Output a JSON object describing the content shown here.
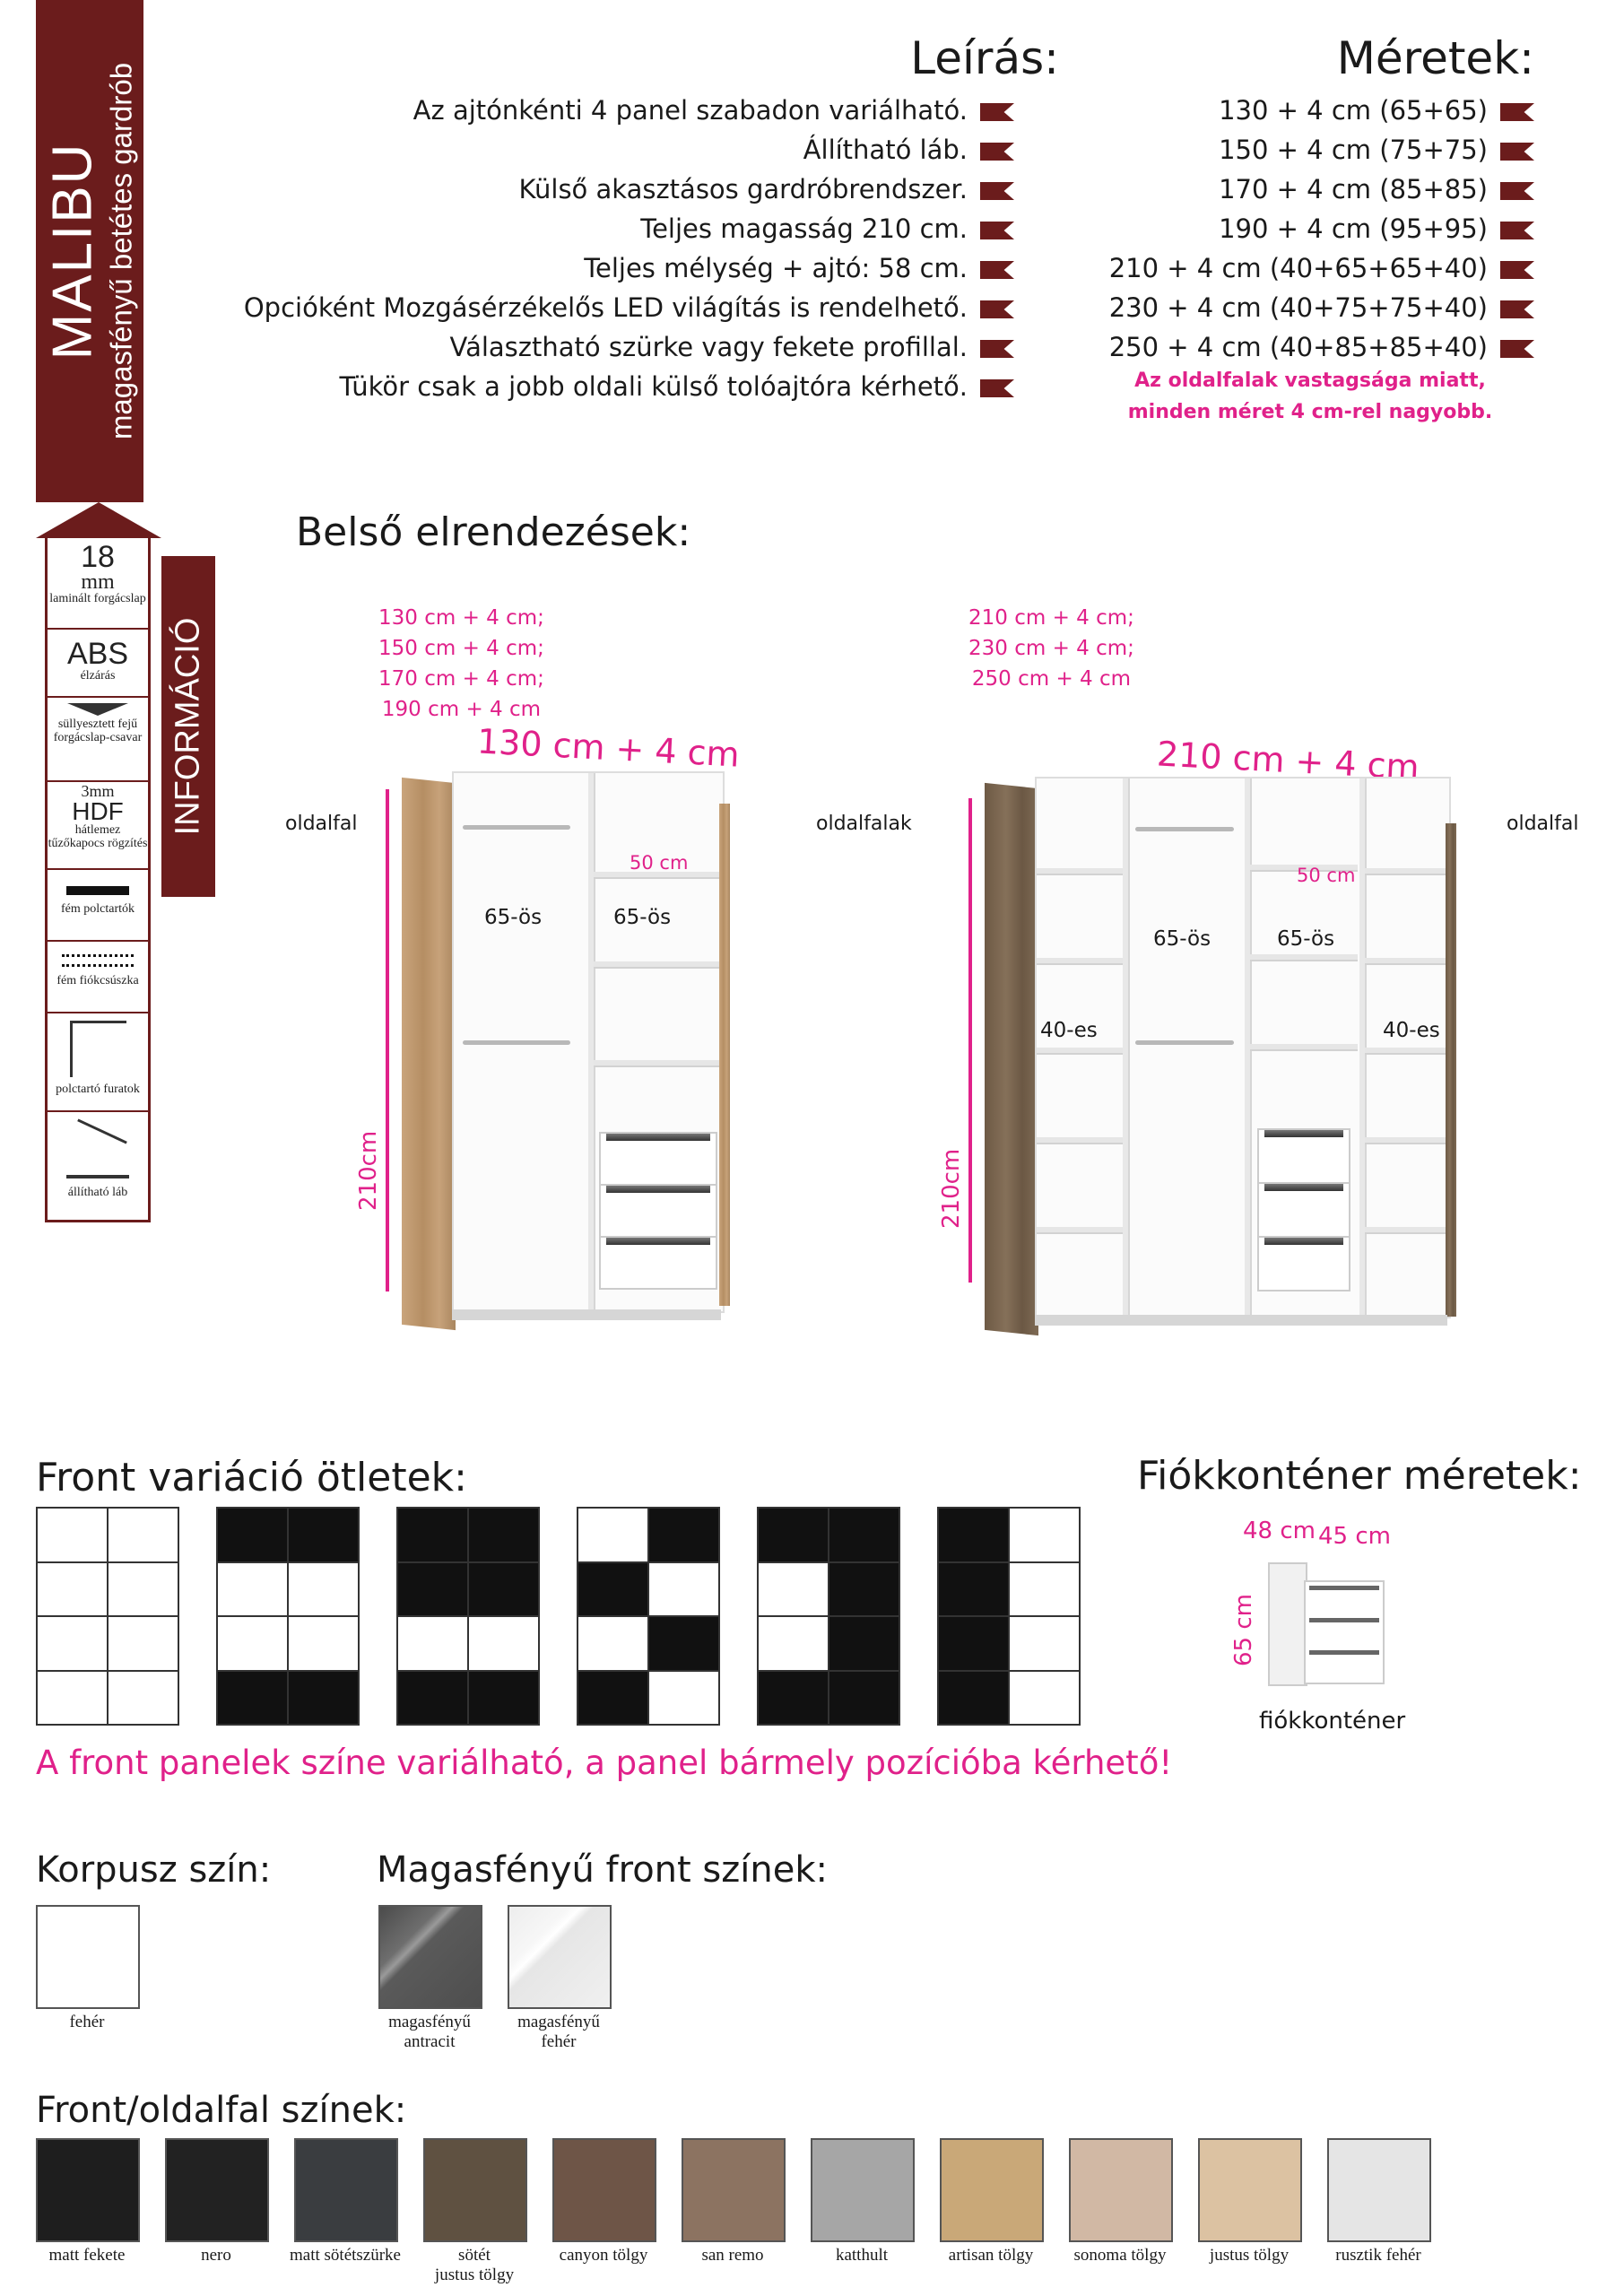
{
  "brand": {
    "name": "MALIBU",
    "subtitle": "magasfényű betétes gardrób"
  },
  "info": {
    "label": "INFORMÁCIÓ",
    "items": [
      {
        "big": "18",
        "mid": "mm",
        "small": "laminált forgácslap"
      },
      {
        "big": "ABS",
        "small": "élzárás"
      },
      {
        "small": "süllyesztett fejű forgácslap-csavar"
      },
      {
        "mid": "3mm",
        "big": "HDF",
        "small": "hátlemez tűzőkapocs rögzítés"
      },
      {
        "small": "fém polctartók"
      },
      {
        "small": "fém fiókcsúszka"
      },
      {
        "small": "polctartó furatok"
      },
      {
        "small": "állítható láb"
      }
    ]
  },
  "description": {
    "title": "Leírás:",
    "lines": [
      "Az ajtónkénti 4 panel szabadon variálható.",
      "Állítható láb.",
      "Külső akasztásos gardróbrendszer.",
      "Teljes magasság 210 cm.",
      "Teljes mélység + ajtó: 58 cm.",
      "Opcióként Mozgásérzékelős LED világítás is rendelhető.",
      "Választható szürke vagy fekete profillal.",
      "Tükör csak a jobb oldali külső tolóajtóra kérhető."
    ]
  },
  "sizes": {
    "title": "Méretek:",
    "lines": [
      "130 + 4 cm (65+65)",
      "150 + 4 cm (75+75)",
      "170 + 4 cm (85+85)",
      "190 + 4 cm (95+95)",
      "210 + 4 cm (40+65+65+40)",
      "230 + 4 cm (40+75+75+40)",
      "250 + 4 cm (40+85+85+40)"
    ],
    "note_line1": "Az oldalfalak vastagsága miatt,",
    "note_line2": "minden méret 4 cm-rel nagyobb."
  },
  "layouts": {
    "title": "Belső elrendezések:",
    "left": {
      "sizes": [
        "130 cm + 4 cm;",
        "150 cm + 4 cm;",
        "170 cm + 4 cm;",
        "190 cm + 4 cm"
      ],
      "width_label": "130 cm + 4 cm",
      "height_label": "210cm",
      "depth_label": "50 cm",
      "side_label": "oldalfal",
      "sections": [
        "65-ös",
        "65-ös"
      ]
    },
    "right": {
      "sizes": [
        "210 cm + 4 cm;",
        "230 cm + 4 cm;",
        "250 cm + 4 cm"
      ],
      "width_label": "210 cm + 4 cm",
      "height_label": "210cm",
      "depth_label": "50 cm",
      "side_label_left": "oldalfalak",
      "side_label_right": "oldalfal",
      "sections": [
        "40-es",
        "65-ös",
        "65-ös",
        "40-es"
      ]
    }
  },
  "front": {
    "title": "Front variáció ötletek:",
    "note": "A front panelek színe variálható, a panel bármely pozícióba kérhető!",
    "patterns": [
      [
        0,
        0,
        0,
        0,
        0,
        0,
        0,
        0
      ],
      [
        1,
        1,
        0,
        0,
        0,
        0,
        1,
        1
      ],
      [
        1,
        1,
        1,
        1,
        0,
        0,
        1,
        1
      ],
      [
        0,
        1,
        1,
        0,
        0,
        1,
        1,
        0
      ],
      [
        1,
        1,
        0,
        1,
        0,
        1,
        1,
        1
      ],
      [
        1,
        0,
        1,
        0,
        1,
        0,
        1,
        0
      ]
    ]
  },
  "drawer_container": {
    "title": "Fiókkonténer méretek:",
    "width_label": "45 cm",
    "depth_label": "48 cm",
    "height_label": "65 cm",
    "caption": "fiókkonténer"
  },
  "korpusz": {
    "title": "Korpusz szín:",
    "colors": [
      {
        "label": "fehér",
        "color": "#ffffff"
      }
    ]
  },
  "glossy": {
    "title": "Magasfényű front színek:",
    "colors": [
      {
        "label1": "magasfényű",
        "label2": "antracit",
        "color": "#5a5a5a"
      },
      {
        "label1": "magasfényű",
        "label2": "fehér",
        "color": "#f1f1f1"
      }
    ]
  },
  "front_side": {
    "title": "Front/oldalfal színek:",
    "colors": [
      {
        "label1": "matt fekete",
        "label2": "",
        "color": "#1e1e1e"
      },
      {
        "label1": "nero",
        "label2": "",
        "color": "#222222"
      },
      {
        "label1": "matt sötétszürke",
        "label2": "",
        "color": "#3a3d40"
      },
      {
        "label1": "sötét",
        "label2": "justus tölgy",
        "color": "#5f5141"
      },
      {
        "label1": "canyon tölgy",
        "label2": "",
        "color": "#6e5547"
      },
      {
        "label1": "san remo",
        "label2": "",
        "color": "#8c7361"
      },
      {
        "label1": "katthult",
        "label2": "",
        "color": "#a6a6a6"
      },
      {
        "label1": "artisan tölgy",
        "label2": "",
        "color": "#c9a878"
      },
      {
        "label1": "sonoma tölgy",
        "label2": "",
        "color": "#d1b8a4"
      },
      {
        "label1": "justus tölgy",
        "label2": "",
        "color": "#dcc2a2"
      },
      {
        "label1": "rusztik fehér",
        "label2": "",
        "color": "#e5e5e5"
      }
    ]
  }
}
